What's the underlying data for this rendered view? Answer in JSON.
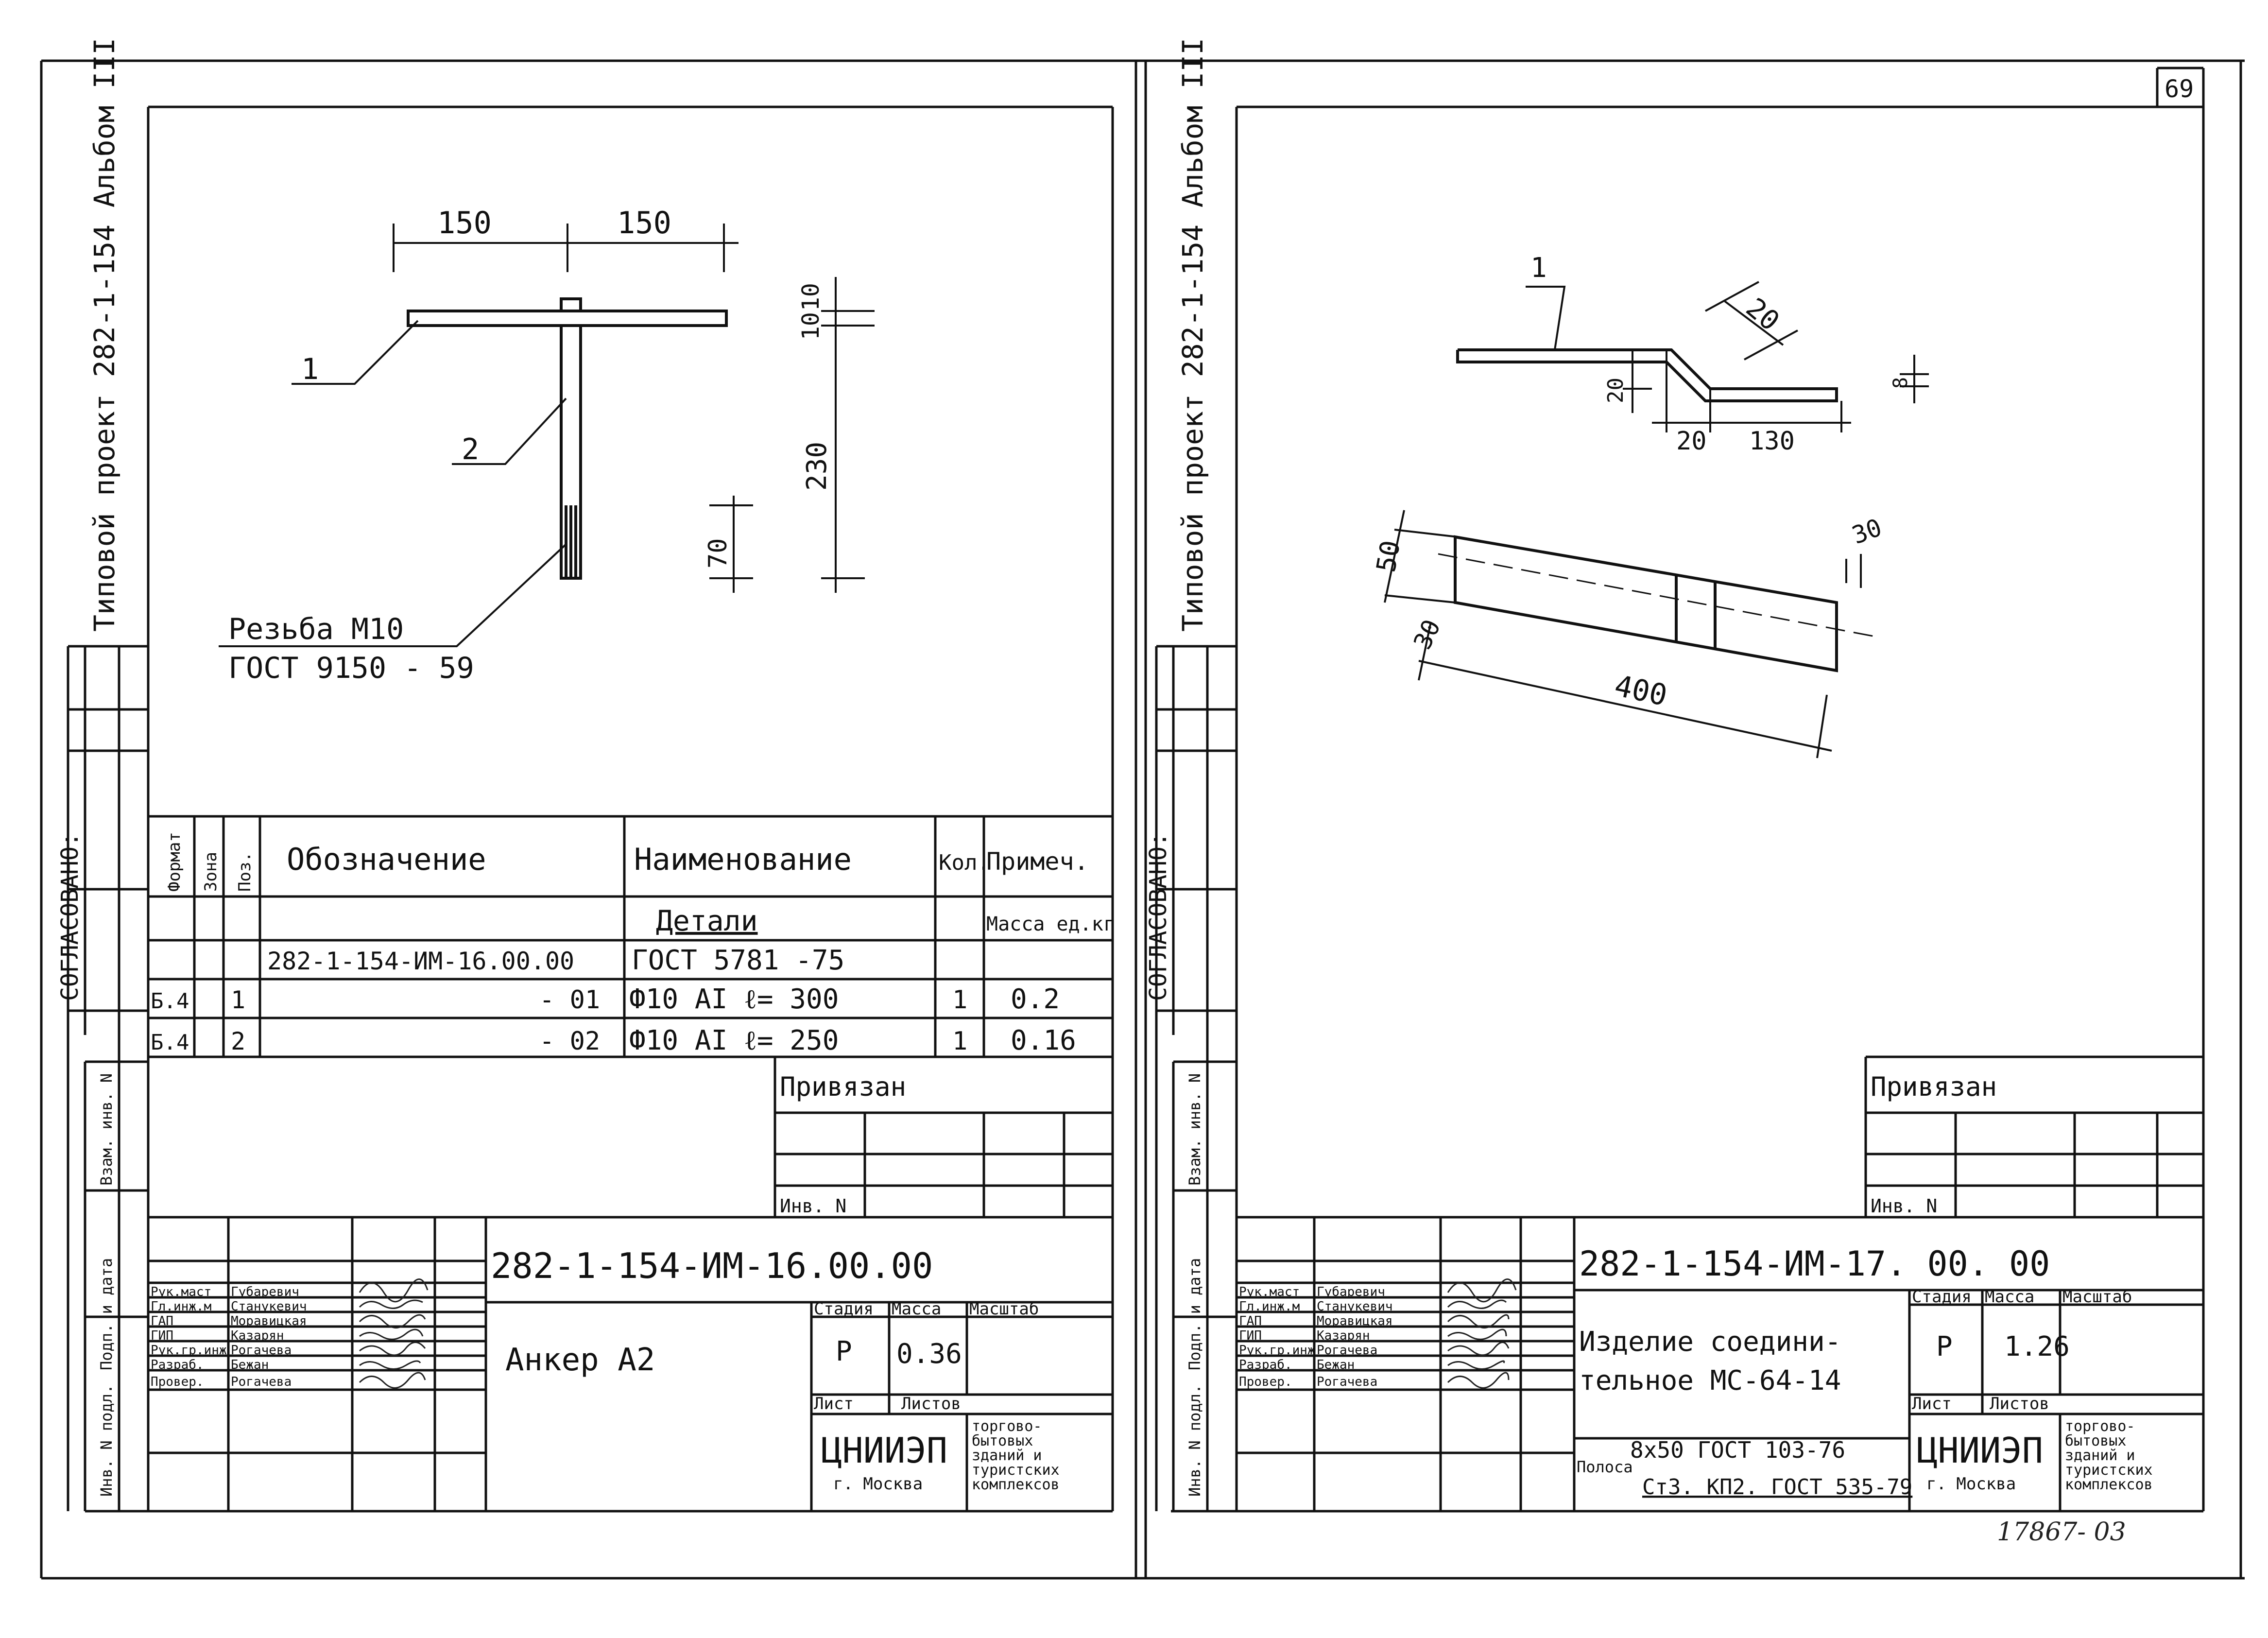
{
  "page_number": "69",
  "footer_code": "17867- 03",
  "left_sheet": {
    "album_title": "Типовой проект 282-1-154 Альбом III",
    "agreed_label": "СОГЛАСОВАНО:",
    "side_labels": [
      "Инв. N подл.",
      "Подп. и дата",
      "Взам. инв. N"
    ],
    "drawing": {
      "dim_left": "150",
      "dim_right": "150",
      "dim_10a": "10",
      "dim_10b": "10",
      "dim_230": "230",
      "dim_70": "70",
      "callout_1": "1",
      "callout_2": "2",
      "thread_note_1": "Резьба М10",
      "thread_note_2": "ГОСТ 9150 - 59"
    },
    "spec_table": {
      "headers": [
        "Формат",
        "Зона",
        "Поз.",
        "Обозначение",
        "Наименование",
        "Кол.",
        "Примеч."
      ],
      "section_title": "Детали",
      "mass_label": "Масса ед.кг",
      "rows": [
        {
          "format": "",
          "zone": "",
          "pos": "",
          "designation": "282-1-154-ИМ-16.00.00",
          "name": "ГОСТ 5781 -75",
          "qty": "",
          "note": ""
        },
        {
          "format": "Б.4",
          "zone": "",
          "pos": "1",
          "designation": "- 01",
          "name": "Ф10 АI   ℓ= 300",
          "qty": "1",
          "note": "0.2"
        },
        {
          "format": "Б.4",
          "zone": "",
          "pos": "2",
          "designation": "- 02",
          "name": "Ф10 АI   ℓ= 250",
          "qty": "1",
          "note": "0.16"
        }
      ]
    },
    "privyazan": "Привязан",
    "inv_no": "Инв. N",
    "title_block": {
      "doc_code": "282-1-154-ИМ-16.00.00",
      "item_name": "Анкер   А2",
      "stage_label": "Стадия",
      "mass_label": "Масса",
      "scale_label": "Масштаб",
      "stage": "Р",
      "mass": "0.36",
      "sheet_label": "Лист",
      "sheets_label": "Листов",
      "org": "ЦНИИЭП",
      "city": "г. Москва",
      "org_desc": [
        "торгово-",
        "бытовых",
        "зданий и",
        "туристских",
        "комплексов"
      ],
      "roles": [
        "Рук.маст",
        "Гл.инж.м",
        "ГАП",
        "ГИП",
        "Рук.гр.инж",
        "Разраб.",
        "Провер."
      ],
      "names": [
        "Губаревич",
        "Станукевич",
        "Моравицкая",
        "Казарян",
        "Рогачева",
        "Бежан",
        "Рогачева"
      ]
    }
  },
  "right_sheet": {
    "album_title": "Типовой проект 282-1-154 Альбом III",
    "agreed_label": "СОГЛАСОВАНО:",
    "side_labels": [
      "Инв. N подл.",
      "Подп. и дата",
      "Взам. инв. N"
    ],
    "drawing": {
      "callout_1": "1",
      "dim_20_slope": "20",
      "dim_20_vertical": "20",
      "dim_8": "8",
      "dim_20_bottom": "20",
      "dim_130": "130",
      "dim_50": "50",
      "dim_30a": "30",
      "dim_30b": "30",
      "dim_400": "400"
    },
    "privyazan": "Привязан",
    "inv_no": "Инв. N",
    "title_block": {
      "doc_code": "282-1-154-ИМ-17. 00. 00",
      "item_name_1": "Изделие соедини-",
      "item_name_2": "тельное МС-64-14",
      "stage_label": "Стадия",
      "mass_label": "Масса",
      "scale_label": "Масштаб",
      "stage": "Р",
      "mass": "1.26",
      "sheet_label": "Лист",
      "sheets_label": "Листов",
      "material_prefix": "Полоса",
      "material_1": "8x50  ГОСТ 103-76",
      "material_2": "Ст3. КП2. ГОСТ 535-79",
      "org": "ЦНИИЭП",
      "city": "г. Москва",
      "org_desc": [
        "торгово-",
        "бытовых",
        "зданий и",
        "туристских",
        "комплексов"
      ],
      "roles": [
        "Рук.маст",
        "Гл.инж.м",
        "ГАП",
        "ГИП",
        "Рук.гр.инж",
        "Разраб.",
        "Провер."
      ],
      "names": [
        "Губаревич",
        "Станукевич",
        "Моравицкая",
        "Казарян",
        "Рогачева",
        "Бежан",
        "Рогачева"
      ]
    }
  }
}
